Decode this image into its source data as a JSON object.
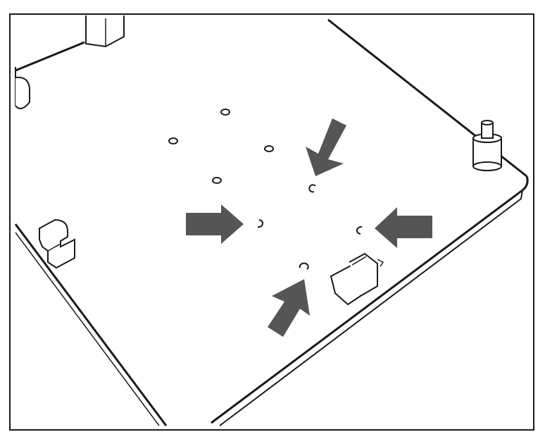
{
  "figure": {
    "description_text": "",
    "colors": {
      "line": "#1a1a1a",
      "arrow": "#555555",
      "background": "#ffffff",
      "board": "#ffffff"
    },
    "icons": [
      "arrow-icon",
      "standoff-post-icon",
      "clip-icon",
      "connector-icon"
    ],
    "arrow_count": 4,
    "hole_count": 4,
    "mounting_hole_count": 4
  }
}
